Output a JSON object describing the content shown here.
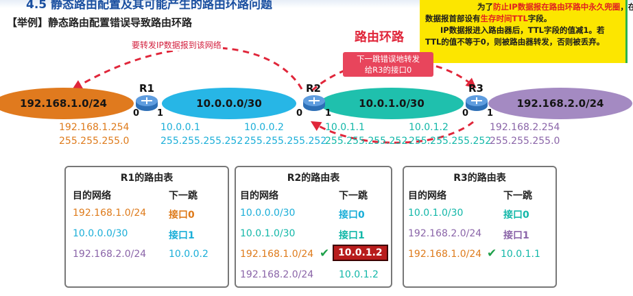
{
  "header": {
    "title": "4.5 静态路由配置及其可能产生的路由环路问题",
    "subtitle": "【举例】静态路由配置错误导致路由环路"
  },
  "note_box": {
    "line1_pre": "为了",
    "line1_red": "防止IP数据报在路由环路中永久兜圈",
    "line1_post": "，在IP",
    "line2_pre": "数据报首部设有",
    "line2_red": "生存时间TTL",
    "line2_post": "字段。",
    "line3": "IP数据报进入路由器后，TTL字段的值减1。若",
    "line4": "TTL的值不等于0，则被路由器转发，否则被丢弃。"
  },
  "annotations": {
    "loop_title": "路由环路",
    "loop_note_line1": "下一跳错误地转发",
    "loop_note_line2": "给R3的接口0",
    "forward_note": "要转发IP数据报到该网络"
  },
  "networks": [
    {
      "label": "192.168.1.0/24",
      "color": "#e07a1e"
    },
    {
      "label": "10.0.0.0/30",
      "color": "#27b6e6"
    },
    {
      "label": "10.0.1.0/30",
      "color": "#1fc0ad"
    },
    {
      "label": "192.168.2.0/24",
      "color": "#a48ac2"
    }
  ],
  "routers": [
    {
      "label": "R1",
      "port_left": "0",
      "port_right": "1"
    },
    {
      "label": "R2",
      "port_left": "0",
      "port_right": "1"
    },
    {
      "label": "R3",
      "port_left": "0",
      "port_right": "1"
    }
  ],
  "addresses": [
    {
      "ip": "192.168.1.254",
      "mask": "255.255.255.0"
    },
    {
      "ip": "10.0.0.1",
      "mask": "255.255.255.252"
    },
    {
      "ip": "10.0.0.2",
      "mask": "255.255.255.252"
    },
    {
      "ip": "10.0.1.1",
      "mask": "255.255.255.252"
    },
    {
      "ip": "10.0.1.2",
      "mask": "255.255.255.252"
    },
    {
      "ip": "192.168.2.254",
      "mask": "255.255.255.0"
    }
  ],
  "tables": {
    "r1": {
      "title": "R1的路由表",
      "col_dest": "目的网络",
      "col_hop": "下一跳",
      "rows": [
        {
          "dest": "192.168.1.0/24",
          "hop": "接口0"
        },
        {
          "dest": "10.0.0.0/30",
          "hop": "接口1"
        },
        {
          "dest": "192.168.2.0/24",
          "hop": "10.0.0.2"
        }
      ]
    },
    "r2": {
      "title": "R2的路由表",
      "col_dest": "目的网络",
      "col_hop": "下一跳",
      "rows": [
        {
          "dest": "10.0.0.0/30",
          "hop": "接口0"
        },
        {
          "dest": "10.0.1.0/30",
          "hop": "接口1"
        },
        {
          "dest": "192.168.1.0/24",
          "hop": "10.0.1.2"
        },
        {
          "dest": "192.168.2.0/24",
          "hop": "10.0.1.2"
        }
      ]
    },
    "r3": {
      "title": "R3的路由表",
      "col_dest": "目的网络",
      "col_hop": "下一跳",
      "rows": [
        {
          "dest": "10.0.1.0/30",
          "hop": "接口0"
        },
        {
          "dest": "192.168.2.0/24",
          "hop": "接口1"
        },
        {
          "dest": "192.168.1.0/24",
          "hop": "10.0.1.1"
        }
      ]
    }
  },
  "colors": {
    "loop_red": "#e0263a",
    "check_green": "#1ea04a",
    "error_fill": "#b81c1c"
  }
}
